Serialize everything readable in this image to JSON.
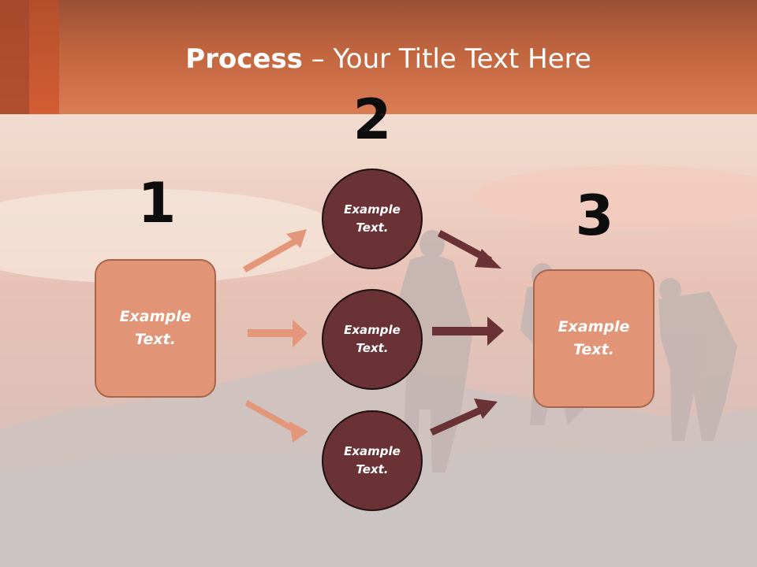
{
  "title": {
    "bold": "Process",
    "rest": " – Your Title Text Here"
  },
  "steps": [
    {
      "number": "1",
      "text": "Example\nText."
    },
    {
      "number": "2",
      "nodes": [
        "Example\nText.",
        "Example\nText.",
        "Example\nText."
      ]
    },
    {
      "number": "3",
      "text": "Example\nText."
    }
  ],
  "colors": {
    "header": "#c86a45",
    "box_fill": "#e29476",
    "box_border": "#a7664c",
    "circle_fill": "#6b3236",
    "arrow_light": "#e3967a",
    "arrow_dark": "#6b3236"
  }
}
